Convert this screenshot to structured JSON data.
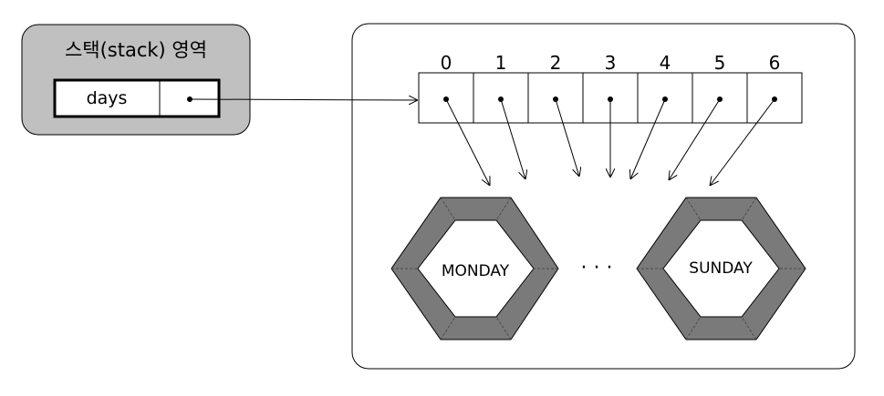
{
  "stack": {
    "title": "스택(stack) 영역",
    "variable": "days"
  },
  "array": {
    "indices": [
      "0",
      "1",
      "2",
      "3",
      "4",
      "5",
      "6"
    ]
  },
  "objects": {
    "first": "MONDAY",
    "ellipsis": "· · ·",
    "last": "SUNDAY"
  }
}
